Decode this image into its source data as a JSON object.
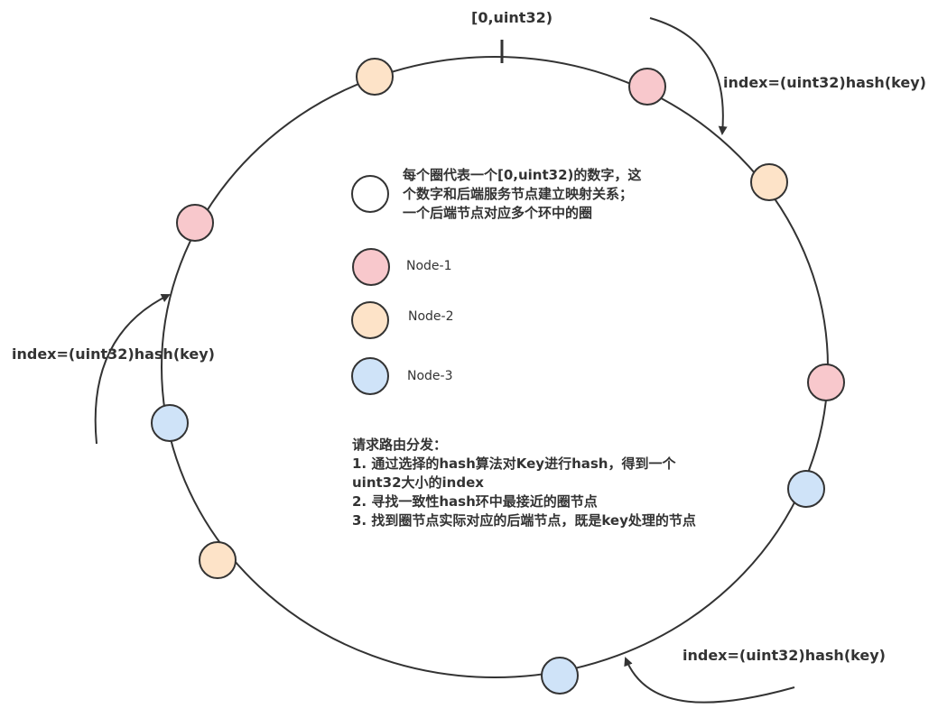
{
  "colors": {
    "node1_fill": "#f8c8cc",
    "node2_fill": "#fde3c8",
    "node3_fill": "#cfe3f8",
    "generic_fill": "#ffffff",
    "stroke": "#333333"
  },
  "ring": {
    "top_label": "[0,uint32)"
  },
  "hash_labels": {
    "right": "index=(uint32)hash(key)",
    "left": "index=(uint32)hash(key)",
    "bottom": "index=(uint32)hash(key)"
  },
  "legend": {
    "generic_text": "每个圈代表一个[0,uint32)的数字，这个数字和后端服务节点建立映射关系；一个后端节点对应多个环中的圈",
    "node1": "Node-1",
    "node2": "Node-2",
    "node3": "Node-3"
  },
  "routing": {
    "title": "请求路由分发：",
    "steps": [
      "1. 通过选择的hash算法对Key进行hash，得到一个uint32大小的index",
      "2. 寻找一致性hash环中最接近的圈节点",
      "3. 找到圈节点实际对应的后端节点，既是key处理的节点"
    ]
  },
  "ring_nodes": [
    {
      "node": "node2"
    },
    {
      "node": "node1"
    },
    {
      "node": "node2"
    },
    {
      "node": "node1"
    },
    {
      "node": "node1"
    },
    {
      "node": "node3"
    },
    {
      "node": "node3"
    },
    {
      "node": "node3"
    },
    {
      "node": "node2"
    }
  ]
}
